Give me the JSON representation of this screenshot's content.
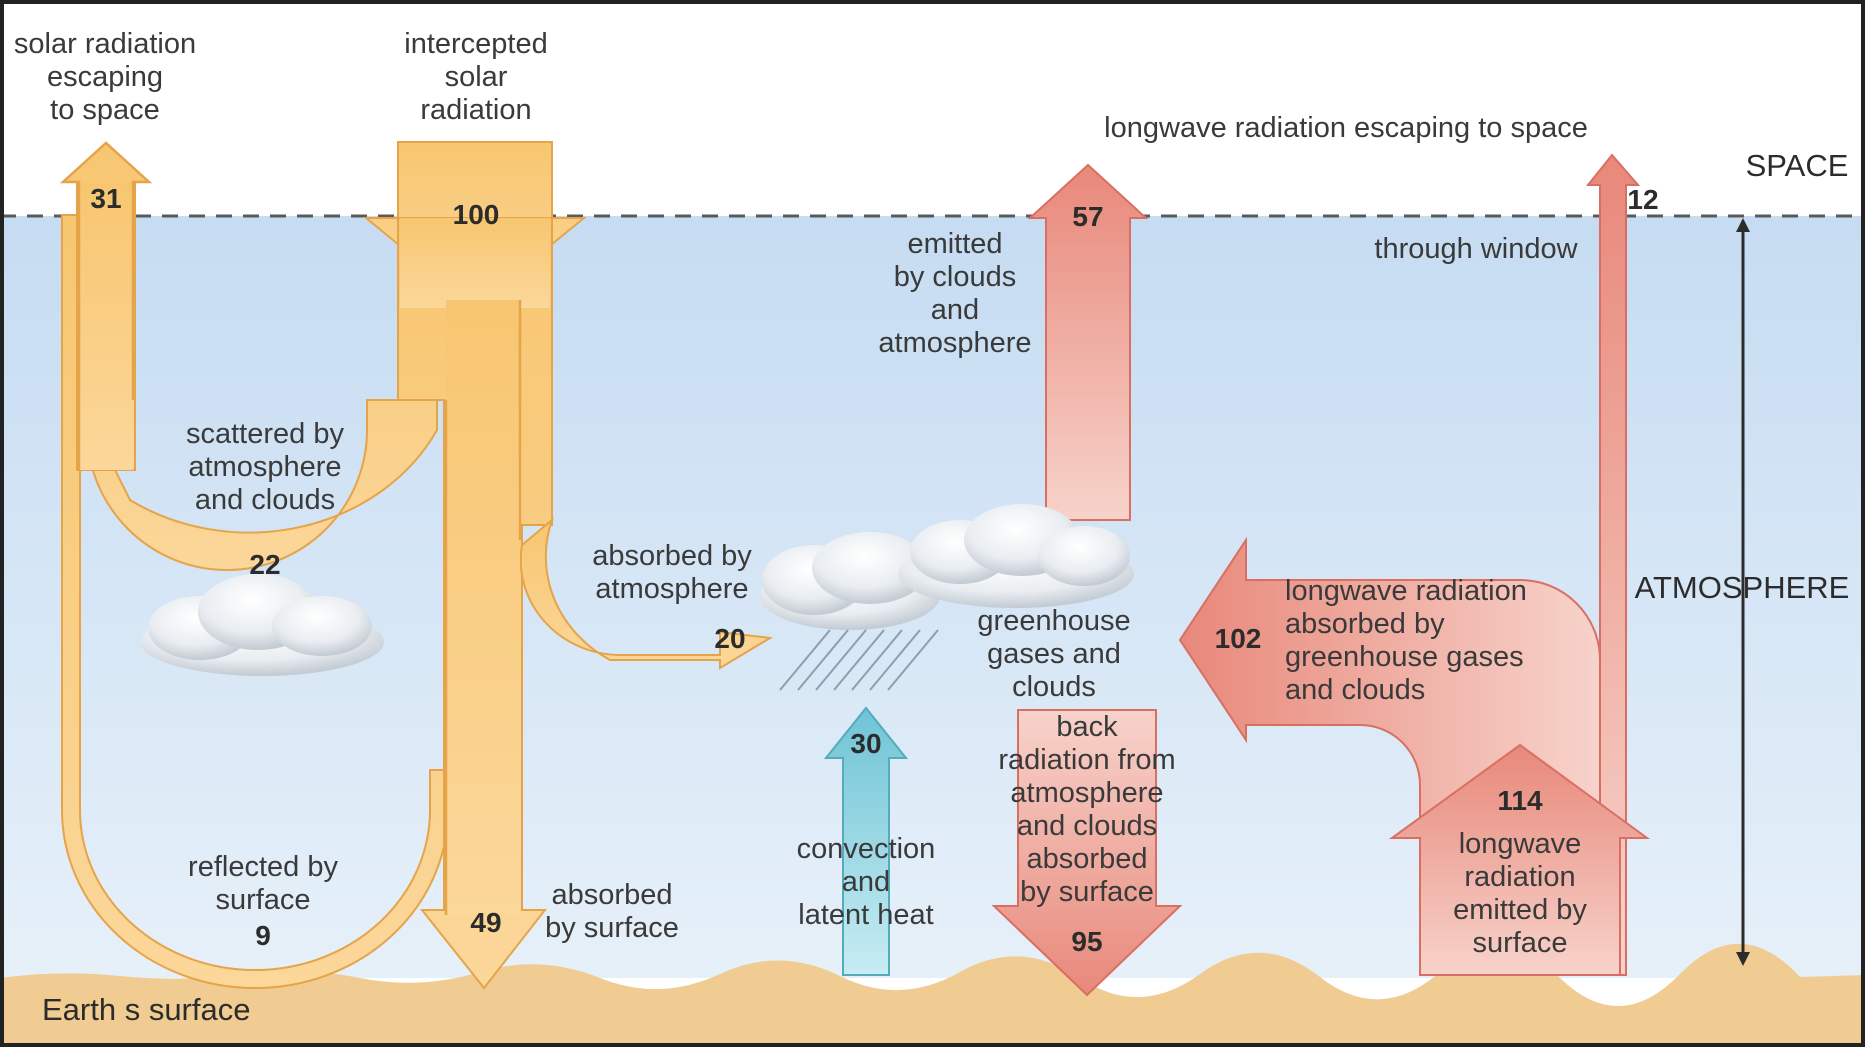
{
  "colors": {
    "sky": "#d7e7f6",
    "space": "#ffffff",
    "ground": "#f1cf95",
    "solar_arrow": "#f9cd7c",
    "longwave_arrow": "#eb9a8e",
    "convection_arrow": "#8fd4e0"
  },
  "zones": {
    "space": "SPACE",
    "atmosphere": "ATMOSPHERE",
    "surface": "Earth s surface"
  },
  "labels": {
    "solar_escaping": [
      "solar radiation",
      "escaping",
      "to space"
    ],
    "intercepted": [
      "intercepted",
      "solar",
      "radiation"
    ],
    "longwave_escaping": "longwave radiation escaping to space",
    "through_window": "through window",
    "emitted_clouds": [
      "emitted",
      "by clouds",
      "and",
      "atmosphere"
    ],
    "scattered": [
      "scattered by",
      "atmosphere",
      "and clouds"
    ],
    "absorbed_atmosphere": [
      "absorbed by",
      "atmosphere"
    ],
    "greenhouse": [
      "greenhouse",
      "gases and",
      "clouds"
    ],
    "lw_absorbed": [
      "longwave radiation",
      "absorbed by",
      "greenhouse gases",
      "and clouds"
    ],
    "back_radiation": [
      "back",
      "radiation from",
      "atmosphere",
      "and clouds",
      "absorbed",
      "by surface"
    ],
    "convection": [
      "convection",
      "and",
      "latent heat"
    ],
    "reflected": [
      "reflected by",
      "surface"
    ],
    "absorbed_surface": [
      "absorbed",
      "by surface"
    ],
    "lw_emitted": [
      "longwave",
      "radiation",
      "emitted by",
      "surface"
    ]
  },
  "values": {
    "solar_escaping": "31",
    "intercepted": "100",
    "longwave_emitted_atmos": "57",
    "through_window": "12",
    "scattered": "22",
    "absorbed_atmosphere": "20",
    "lw_absorbed": "102",
    "convection": "30",
    "lw_surface": "114",
    "reflected": "9",
    "absorbed_surface": "49",
    "back_radiation": "95"
  }
}
